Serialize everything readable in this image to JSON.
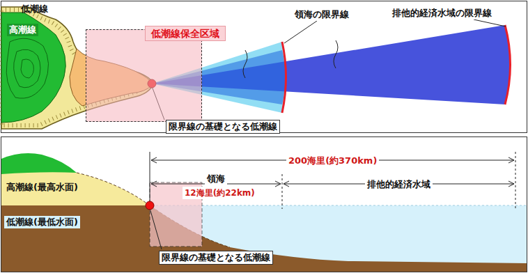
{
  "diagram": {
    "nodes": [
      {
        "text": [
          "低潮線保全区域"
        ]
      }
    ],
    "labels": [
      "低潮線",
      "高潮線",
      "領海の限界線",
      "排他的経済水域の限界線",
      "限界線の基礎となる低潮線",
      "200海里(約370km)",
      "領海",
      "12海里(約22km)",
      "排他的経済水域",
      "高潮線(最高水面)",
      "低潮線(最低水面)",
      "限界線の基礎となる低潮線"
    ]
  }
}
